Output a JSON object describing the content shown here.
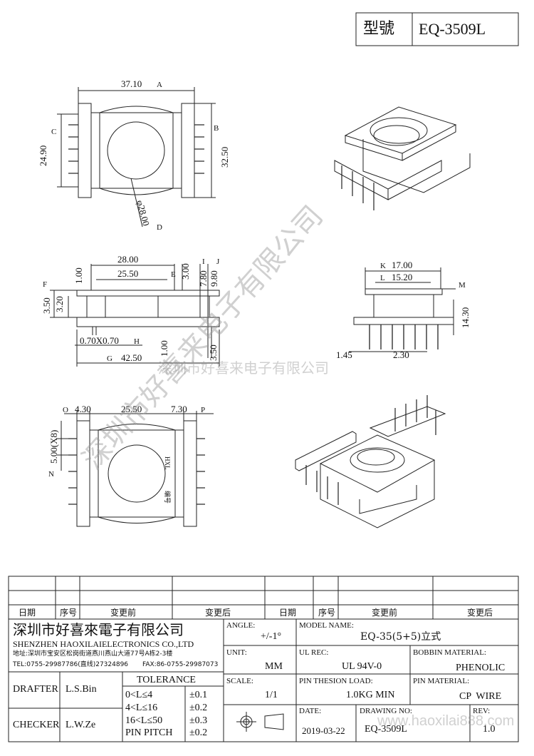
{
  "model_box": {
    "label": "型號",
    "value": "EQ-3509L"
  },
  "top_view": {
    "dims": {
      "width": "37.10",
      "width_mark": "A",
      "height_outer": "32.50",
      "height_outer_mark": "B",
      "height_inner": "24.90",
      "height_inner_mark": "C",
      "bore": "φ28.00",
      "bore_mark": "D"
    }
  },
  "side_view": {
    "dims": {
      "inner_top": "28.00",
      "inner_mid": "25.50",
      "inner_mid_mark": "E",
      "flange": "1.00",
      "step_h": "3.00",
      "h1": "7.80",
      "h2": "9.80",
      "left_outer": "3.50",
      "left_outer_mark": "F",
      "left_inner": "3.20",
      "pin_size": "0.70X0.70",
      "pin_size_mark": "H",
      "pin_len": "1.00",
      "pin_len2": "3.50",
      "base_width": "42.50",
      "base_width_mark": "G",
      "mark_i": "I",
      "mark_j": "J"
    }
  },
  "end_view": {
    "dims": {
      "top": "17.00",
      "top_mark": "K",
      "inner": "15.20",
      "inner_mark": "L",
      "right_mark": "M",
      "height": "14.30",
      "left_small": "1.45",
      "pitch": "2.30"
    }
  },
  "bottom_view": {
    "dims": {
      "left": "4.30",
      "left_mark": "O",
      "mid": "25.50",
      "right": "7.30",
      "right_mark": "P",
      "pitch": "5.00(X8)",
      "pitch_mark": "N"
    },
    "labels": {
      "logo": "HXL",
      "serial": "编号"
    }
  },
  "revision_table": {
    "headers": [
      "日期",
      "序号",
      "变更前",
      "变更后",
      "日期",
      "序号",
      "变更前",
      "变更后"
    ]
  },
  "company": {
    "name_cn": "深圳市好喜來電子有限公司",
    "name_en": "SHENZHEN HAOXILAIELECTRONICS CO.,LTD",
    "address": "地址:深圳市宝安区松岗街道燕川燕山大道77号A栋2-3楼",
    "tel": "TEL:0755-29987786(直线)27324896",
    "fax": "FAX:86-0755-29987073"
  },
  "title_block": {
    "angle_label": "ANGLE:",
    "angle_value": "+/-1°",
    "unit_label": "UNIT:",
    "unit_value": "MM",
    "scale_label": "SCALE:",
    "scale_value": "1/1",
    "model_name_label": "MODEL NAME:",
    "model_name_value": "EQ-35(5+5)立式",
    "ul_rec_label": "UL REC:",
    "ul_rec_value": "UL 94V-0",
    "bobbin_material_label": "BOBBIN MATERIAL:",
    "bobbin_material_value": "PHENOLIC",
    "pin_tension_label": "PIN THESION LOAD:",
    "pin_tension_value": "1.0KG MIN",
    "pin_material_label": "PIN MATERIAL:",
    "pin_material_value": "CP  WIRE",
    "date_label": "DATE:",
    "date_value": "2019-03-22",
    "drawing_no_label": "DRAWING NO:",
    "drawing_no_value": "EQ-3509L",
    "rev_label": "REV:",
    "rev_value": "1.0",
    "drafter_label": "DRAFTER",
    "drafter_value": "L.S.Bin",
    "checker_label": "CHECKER",
    "checker_value": "L.W.Ze",
    "tolerance_title": "TOLERANCE",
    "tolerance_rows": [
      {
        "range": "0<L≤4",
        "value": "±0.1"
      },
      {
        "range": "4<L≤16",
        "value": "±0.2"
      },
      {
        "range": "16<L≤50",
        "value": "±0.3"
      },
      {
        "range": "PIN PITCH",
        "value": "±0.2"
      }
    ]
  },
  "watermarks": {
    "diag": "深圳市好喜来电子有限公司",
    "center": "深圳市好喜来电子有限公司",
    "url": "www.haoxilai888.com"
  }
}
